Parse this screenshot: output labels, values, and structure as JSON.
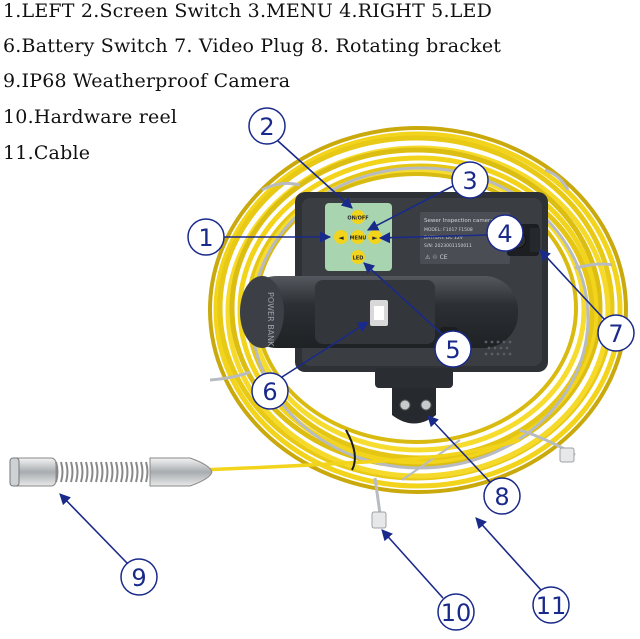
{
  "legend": {
    "line1": "1.LEFT   2.Screen Switch  3.MENU  4.RIGHT  5.LED",
    "line2": "6.Battery Switch 7. Video Plug  8. Rotating bracket",
    "line3": "9.IP68 Weatherproof Camera",
    "line4": "10.Hardware reel",
    "line5": "11.Cable"
  },
  "callouts": [
    "1",
    "2",
    "3",
    "4",
    "5",
    "6",
    "7",
    "8",
    "9",
    "10",
    "11"
  ],
  "control_panel": {
    "btn_on_off": "ON/OFF",
    "btn_left": "◄",
    "btn_menu": "MENU",
    "btn_right": "►",
    "btn_led": "LED"
  },
  "label_panel": {
    "title": "Sewer Inspection camera",
    "model": "MODEL: F1017  F1508",
    "battery": "BATTERY: DC 12V",
    "sn": "S/N: 2023001150011"
  },
  "battery_pack": {
    "text": "POWER BANK"
  },
  "colors": {
    "cable": "#f2d41c",
    "cable_dark": "#c9a90b",
    "arrow": "#1a2a8a",
    "housing": "#2e3136",
    "reel_frame": "#b8bcc2",
    "keypad": "#a9d4b0"
  }
}
